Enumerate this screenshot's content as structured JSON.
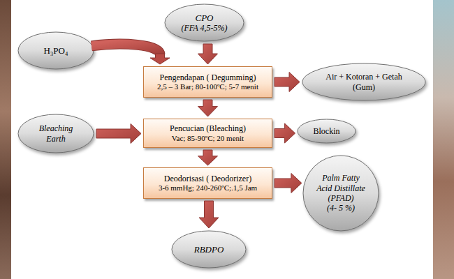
{
  "diagram": {
    "nodes": [
      {
        "text": [
          "H₃PO₄"
        ]
      },
      {
        "text": [
          "CPO",
          "(FFA 4,5-5%)"
        ]
      },
      {
        "text": [
          "Pengendapan ( Degumming)",
          "2,5 – 3 Bar; 80-100ºC; 5-7 menit"
        ]
      },
      {
        "text": [
          "Air + Kotoran + Getah (Gum)"
        ]
      },
      {
        "text": [
          "Bleaching Earth"
        ]
      },
      {
        "text": [
          "Pencucian (Bleaching)",
          "Vac; 85-90ºC; 20 menit"
        ]
      },
      {
        "text": [
          "Blockin"
        ]
      },
      {
        "text": [
          "Deodorisasi ( Deodorizer)",
          "3-6 mmHg; 240-260ºC;.1,5 Jam"
        ]
      },
      {
        "text": [
          "Palm Fatty Acid Distillate (PFAD)",
          "(4- 5 %)"
        ]
      },
      {
        "text": [
          "RBDPO"
        ]
      }
    ],
    "edges": [
      {
        "from": 0,
        "to": 2,
        "arrow": "to"
      },
      {
        "from": 1,
        "to": 2,
        "arrow": "to"
      },
      {
        "from": 2,
        "to": 3,
        "arrow": "to"
      },
      {
        "from": 2,
        "to": 5,
        "arrow": "to"
      },
      {
        "from": 4,
        "to": 5,
        "arrow": "to"
      },
      {
        "from": 5,
        "to": 6,
        "arrow": "to"
      },
      {
        "from": 5,
        "to": 7,
        "arrow": "to"
      },
      {
        "from": 7,
        "to": 8,
        "arrow": "to"
      },
      {
        "from": 7,
        "to": 9,
        "arrow": "to"
      }
    ]
  }
}
